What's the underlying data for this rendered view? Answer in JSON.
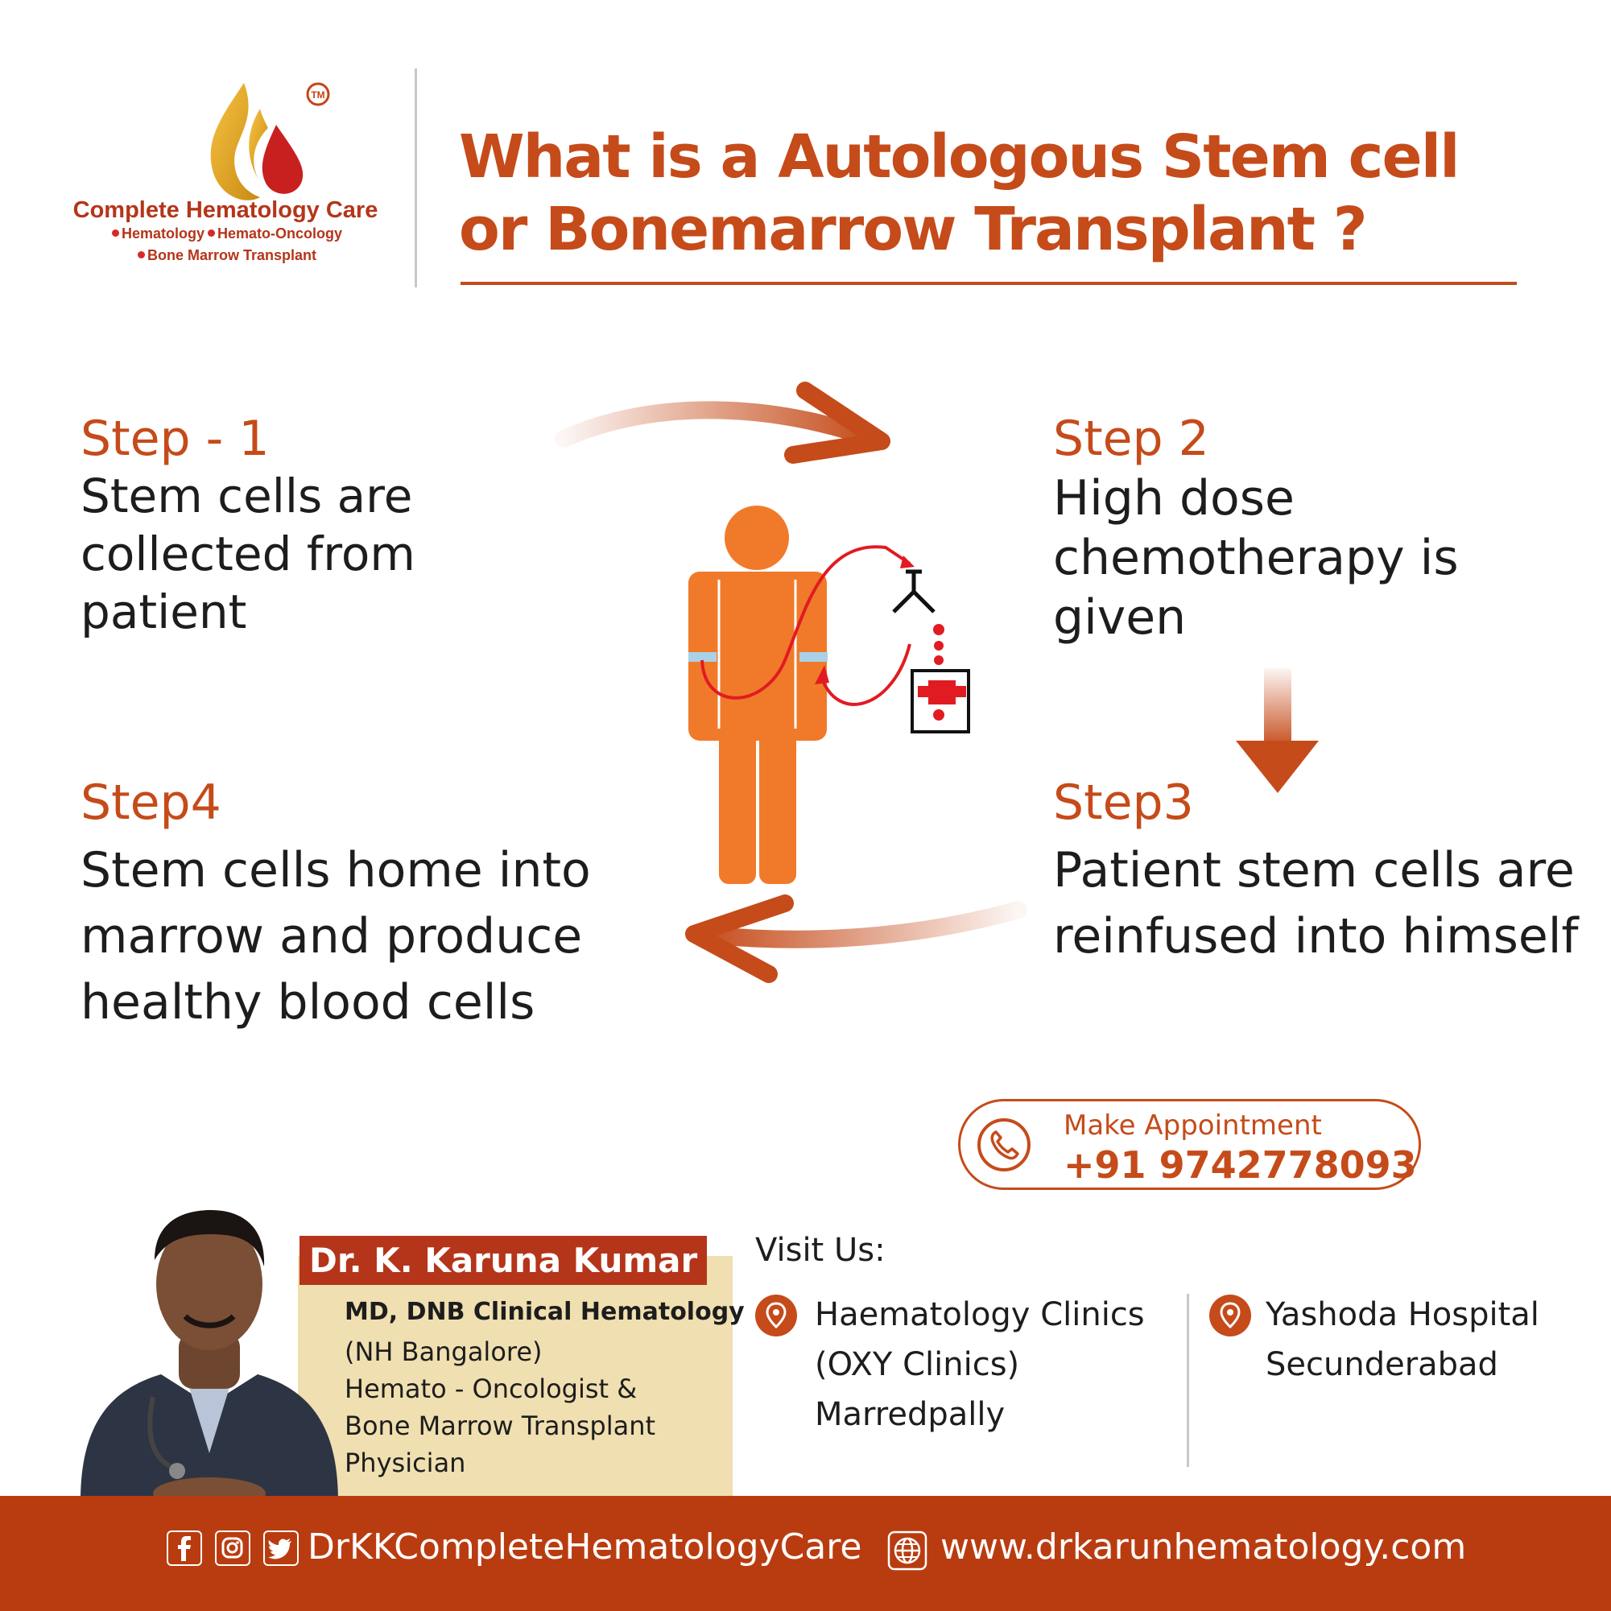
{
  "brand": {
    "name": "Complete Hematology Care",
    "tagline_1a": "Hematology",
    "tagline_1b": "Hemato-Oncology",
    "tagline_2": "Bone Marrow Transplant",
    "tm": "TM"
  },
  "headline": {
    "line1": "What is a Autologous Stem cell",
    "line2": "or Bonemarrow Transplant ?"
  },
  "steps": [
    {
      "label": "Step - 1",
      "text": "Stem cells are collected from patient"
    },
    {
      "label": "Step 2",
      "text": "High dose chemotherapy is given"
    },
    {
      "label": "Step3",
      "text": "Patient stem cells are reinfused into himself"
    },
    {
      "label": "Step4",
      "text": "Stem cells home into marrow and produce healthy blood cells"
    }
  ],
  "appointment": {
    "label": "Make Appointment",
    "phone": "+91 9742778093"
  },
  "doctor": {
    "name": "Dr. K. Karuna Kumar",
    "qualification": "MD, DNB Clinical Hematology",
    "line2": "(NH Bangalore)",
    "line3": "Hemato - Oncologist &",
    "line4": "Bone Marrow Transplant",
    "line5": "Physician"
  },
  "visit": {
    "title": "Visit Us:",
    "location1": [
      "Haematology Clinics",
      "(OXY Clinics)",
      "Marredpally"
    ],
    "location2": [
      "Yashoda Hospital",
      "Secunderabad"
    ]
  },
  "footer": {
    "social_handle": "DrKKCompleteHematologyCare",
    "website": "www.drkarunhematology.com"
  },
  "colors": {
    "accent": "#c54b1a",
    "footer": "#b93c10",
    "figure": "#f07a2a",
    "panel": "#f0dfb0"
  },
  "icons": [
    "phone-icon",
    "location-pin-icon",
    "facebook-icon",
    "instagram-icon",
    "twitter-icon",
    "globe-icon"
  ]
}
